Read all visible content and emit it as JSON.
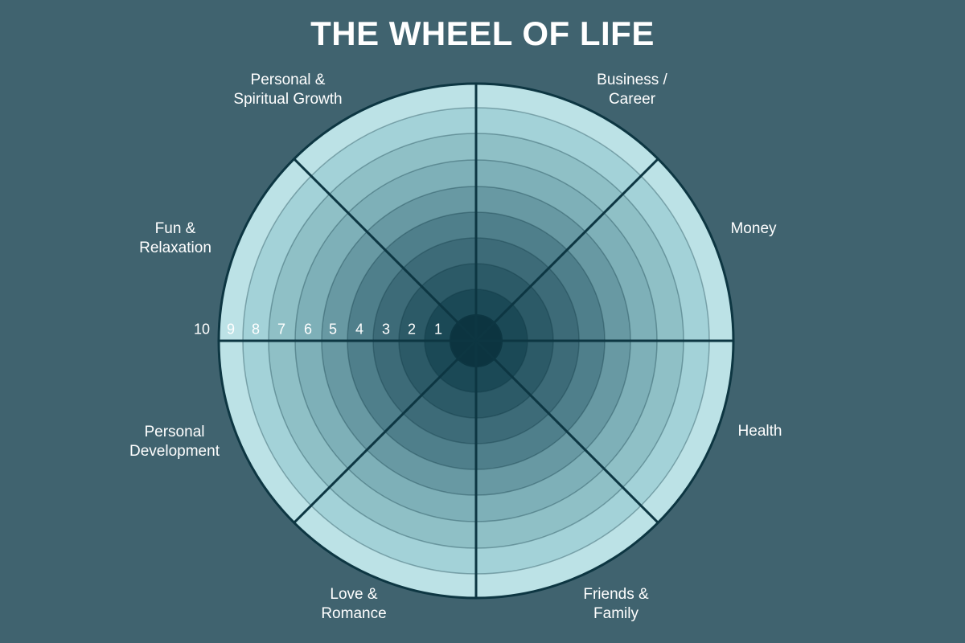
{
  "title": "THE WHEEL OF LIFE",
  "categories": [
    {
      "id": "business-career",
      "lines": [
        "Business /",
        "Career"
      ]
    },
    {
      "id": "money",
      "lines": [
        "Money"
      ]
    },
    {
      "id": "health",
      "lines": [
        "Health"
      ]
    },
    {
      "id": "friends-family",
      "lines": [
        "Friends &",
        "Family"
      ]
    },
    {
      "id": "love-romance",
      "lines": [
        "Love &",
        "Romance"
      ]
    },
    {
      "id": "personal-development",
      "lines": [
        "Personal",
        "Development"
      ]
    },
    {
      "id": "fun-relaxation",
      "lines": [
        "Fun &",
        "Relaxation"
      ]
    },
    {
      "id": "personal-spiritual-growth",
      "lines": [
        "Personal &",
        "Spiritual Growth"
      ]
    }
  ],
  "scale": [
    "1",
    "2",
    "3",
    "4",
    "5",
    "6",
    "7",
    "8",
    "9",
    "10"
  ],
  "colors": {
    "background": "#40636f",
    "outline": "#0d3642",
    "rings": [
      "#0c3440",
      "#1b4956",
      "#2c5a67",
      "#3d6b78",
      "#4f7f8b",
      "#6899a3",
      "#7eb0b8",
      "#8fc0c6",
      "#a3d2d8",
      "#bce2e6"
    ]
  }
}
